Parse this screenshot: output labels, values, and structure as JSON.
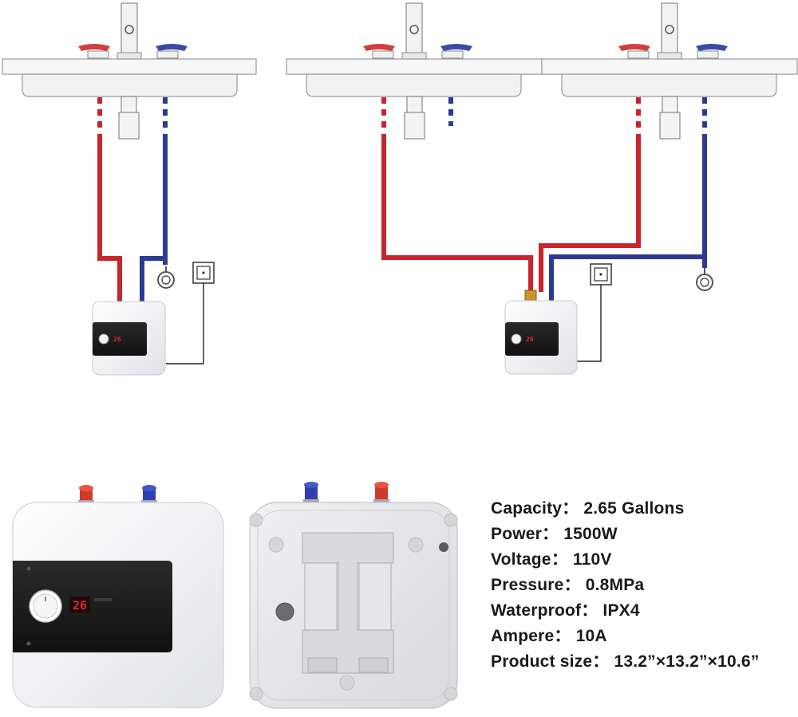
{
  "colors": {
    "hot": "#c8252c",
    "cold": "#2b3a92",
    "panel": "#1e1e1e",
    "display": "#e3242b",
    "heater_body": "#f4f4f6",
    "back_plate": "#e9e9ec",
    "brass": "#c8942a",
    "sink": "#f6f6f6"
  },
  "icons": {
    "outlet": "power-outlet-icon",
    "angle_valve": "angle-valve-icon",
    "faucet": "faucet-icon"
  },
  "heater": {
    "display_value": "26"
  },
  "specs": [
    {
      "label": "Capacity：",
      "value": "2.65 Gallons"
    },
    {
      "label": "Power：",
      "value": "1500W"
    },
    {
      "label": "Voltage：",
      "value": "110V"
    },
    {
      "label": "Pressure：",
      "value": "0.8MPa"
    },
    {
      "label": "Waterproof：",
      "value": "IPX4"
    },
    {
      "label": "Ampere：",
      "value": "10A"
    },
    {
      "label": "Product size：",
      "value": "13.2”×13.2”×10.6”"
    }
  ]
}
